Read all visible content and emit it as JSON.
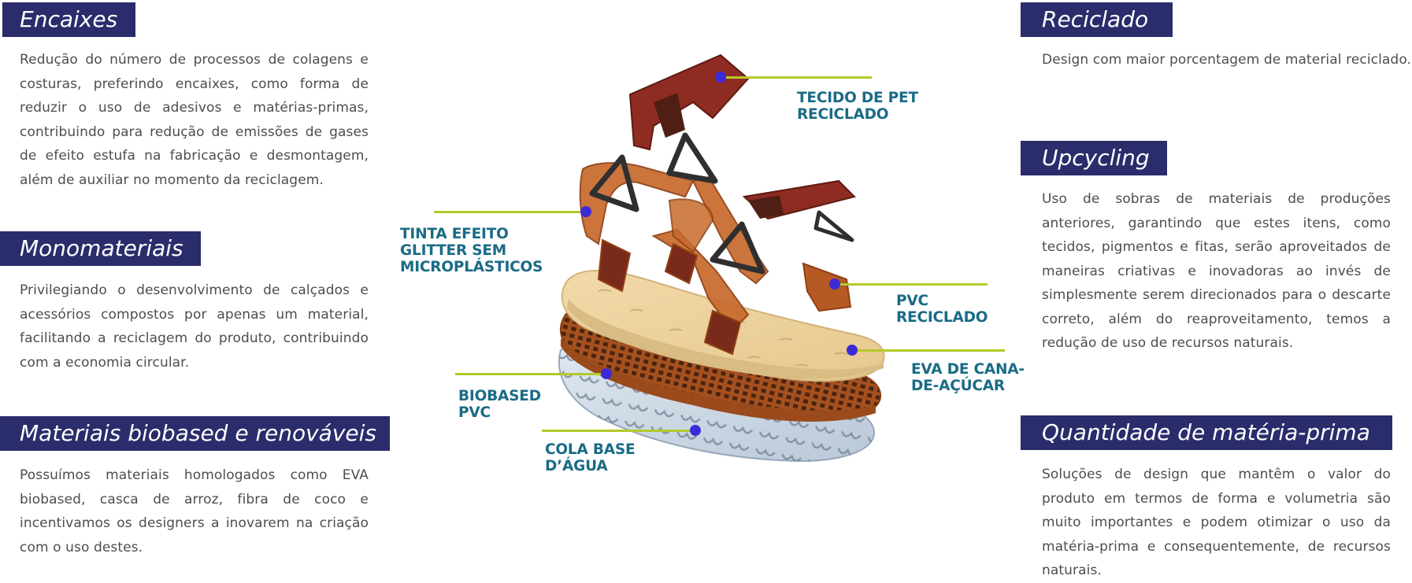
{
  "accent_colors": {
    "title_bg": "#2b2c6b",
    "callout_text": "#1a6b86",
    "leader_line": "#b5c92a",
    "marker_dot": "#3a2bd6"
  },
  "left_sections": [
    {
      "title": "Encaixes",
      "body": "Redução do número de processos de colagens e costuras, preferindo encaixes, como forma de reduzir o uso de adesivos e matérias-primas, contribuindo para redução de emissões de gases de efeito estufa na fabricação e desmontagem, além de auxiliar no momento da reciclagem."
    },
    {
      "title": "Monomateriais",
      "body": "Privilegiando o desenvolvimento de calçados e acessórios compostos por apenas um material, facilitando a reciclagem do produto, contribuindo com a economia circular."
    },
    {
      "title": "Materiais biobased e renováveis",
      "body": "Possuímos materiais homologados como EVA biobased, casca de arroz, fibra de coco e incentivamos os designers a inovarem na criação com o uso destes."
    }
  ],
  "right_sections": [
    {
      "title": "Reciclado",
      "body": "Design com maior porcentagem de material reciclado."
    },
    {
      "title": "Upcycling",
      "body": "Uso de sobras de materiais de produções anteriores, garantindo que estes itens, como tecidos, pigmentos e fitas, serão aproveitados de maneiras criativas e inovadoras ao invés de simplesmente serem direcionados para o descarte correto, além do reaproveitamento, temos a redução de uso de recursos naturais."
    },
    {
      "title": "Quantidade de matéria-prima",
      "body": "Soluções de design que mantêm o valor do produto em termos de forma e volumetria são muito importantes e podem otimizar o uso da matéria-prima e consequentemente, de recursos naturais."
    }
  ],
  "diagram": {
    "subject": "exploded sandal",
    "callouts": [
      {
        "id": "pet",
        "label": "TECIDO DE PET\nRECICLADO"
      },
      {
        "id": "tinta",
        "label": "TINTA EFEITO\nGLITTER SEM\nMICROPLÁSTICOS"
      },
      {
        "id": "pvc",
        "label": "PVC\nRECICLADO"
      },
      {
        "id": "eva",
        "label": "EVA DE CANA-\nDE-AÇÚCAR"
      },
      {
        "id": "biopvc",
        "label": "BIOBASED\nPVC"
      },
      {
        "id": "cola",
        "label": "COLA BASE\nD’ÁGUA"
      }
    ]
  }
}
